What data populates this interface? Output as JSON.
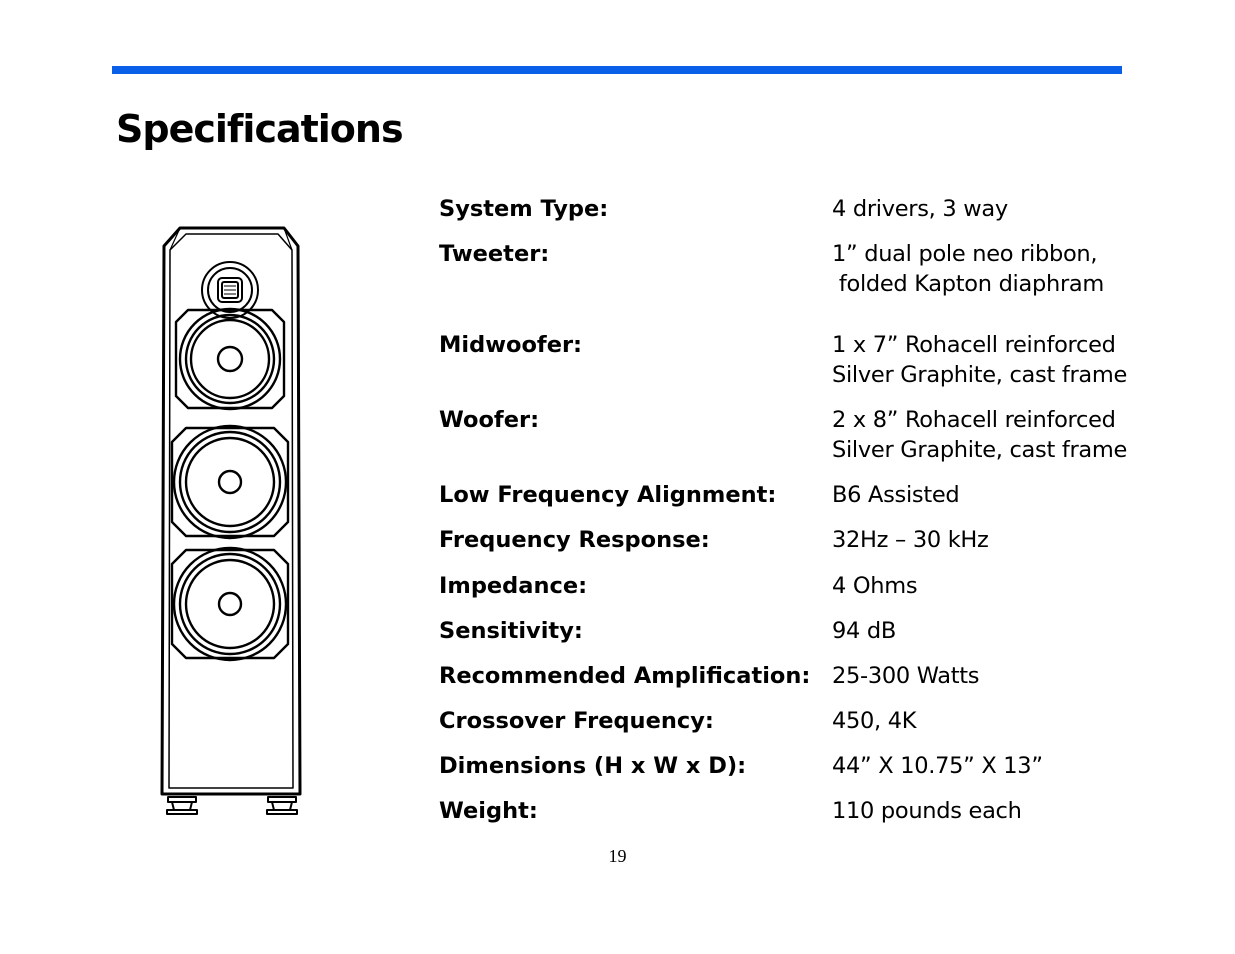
{
  "title": "Specifications",
  "specs": [
    {
      "label": "System Type:",
      "value": [
        "4 drivers, 3 way"
      ]
    },
    {
      "label": "Tweeter:",
      "value": [
        "1” dual pole neo ribbon,",
        " folded Kapton diaphram"
      ]
    },
    {
      "label": "Midwoofer:",
      "value": [
        "1 x 7” Rohacell reinforced",
        "Silver Graphite, cast frame"
      ]
    },
    {
      "label": "Woofer:",
      "value": [
        "2 x 8” Rohacell reinforced",
        "Silver Graphite, cast frame"
      ]
    },
    {
      "label": "Low Frequency Alignment:",
      "value": [
        "B6 Assisted"
      ]
    },
    {
      "label": "Frequency Response:",
      "value": [
        "32Hz – 30 kHz"
      ]
    },
    {
      "label": "Impedance:",
      "value": [
        "4 Ohms"
      ]
    },
    {
      "label": "Sensitivity:",
      "value": [
        "94 dB"
      ]
    },
    {
      "label": "Recommended Amplification:",
      "value": [
        "25-300 Watts"
      ]
    },
    {
      "label": "Crossover Frequency:",
      "value": [
        "450, 4K"
      ]
    },
    {
      "label": "Dimensions (H x W x D):",
      "value": [
        "44” X 10.75” X 13”"
      ]
    },
    {
      "label": "Weight:",
      "value": [
        "110 pounds each"
      ]
    }
  ],
  "page_number": "19",
  "colors": {
    "accent_rule": "#0a5fe8",
    "text": "#000000"
  },
  "illustration": "floor-standing-speaker-line-drawing"
}
